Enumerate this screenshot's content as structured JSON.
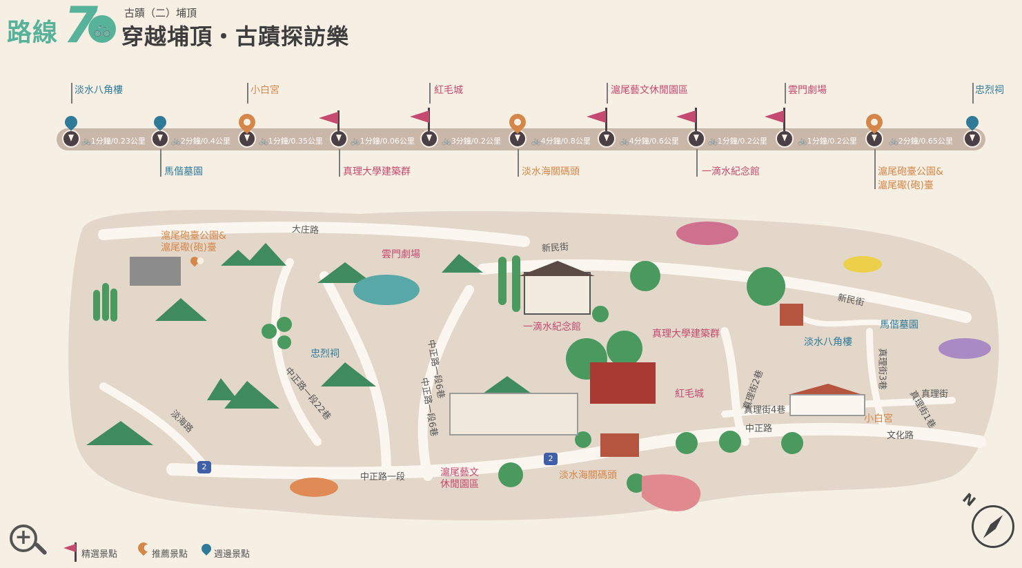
{
  "header": {
    "route_label": "路線",
    "route_number": "7",
    "subtitle": "古蹟（二）埔頂",
    "title": "穿越埔頂・古蹟探訪樂"
  },
  "colors": {
    "accent_green": "#56b39a",
    "featured_pink": "#c44a70",
    "recommended_orange": "#d5874a",
    "nearby_blue": "#2f7a98",
    "timeline_bar": "#c9b7aa"
  },
  "timeline": {
    "stops": [
      {
        "name": "淡水八角樓",
        "type": "nearby",
        "position": "top"
      },
      {
        "name": "馬偕墓園",
        "type": "nearby",
        "position": "bottom"
      },
      {
        "name": "小白宮",
        "type": "recommended",
        "position": "top"
      },
      {
        "name": "真理大學建築群",
        "type": "featured",
        "position": "bottom"
      },
      {
        "name": "紅毛城",
        "type": "featured",
        "position": "top"
      },
      {
        "name": "淡水海關碼頭",
        "type": "recommended",
        "position": "bottom"
      },
      {
        "name": "滬尾藝文休閒園區",
        "type": "featured",
        "position": "top"
      },
      {
        "name": "一滴水紀念館",
        "type": "featured",
        "position": "bottom"
      },
      {
        "name": "雲門劇場",
        "type": "featured",
        "position": "top"
      },
      {
        "name": "滬尾砲臺公園&",
        "name2": "滬尾礮(砲)臺",
        "type": "recommended",
        "position": "bottom"
      },
      {
        "name": "忠烈祠",
        "type": "nearby",
        "position": "top"
      }
    ],
    "segments": [
      "1分鐘/0.23公里",
      "2分鐘/0.4公里",
      "1分鐘/0.35公里",
      "1分鐘/0.06公里",
      "3分鐘/0.2公里",
      "4分鐘/0.8公里",
      "4分鐘/0.6公里",
      "1分鐘/0.2公里",
      "1分鐘/0.2公里",
      "2分鐘/0.65公里"
    ]
  },
  "map": {
    "roads": [
      "大庄路",
      "新民街",
      "新民街",
      "中正路一段22巷",
      "淡海路",
      "中正路一段6巷",
      "中正路一段6巷",
      "中正路一段",
      "中正路",
      "文化路",
      "真理街",
      "真理街3巷",
      "真理街4巷",
      "真理街2巷",
      "真理街1巷"
    ],
    "places": {
      "fort_park": "滬尾砲臺公園&",
      "fort": "滬尾礮(砲)臺",
      "cloud_gate": "雲門劇場",
      "martyrs_shrine": "忠烈祠",
      "yidishui": "一滴水紀念館",
      "aletheia": "真理大學建築群",
      "mackay_cemetery": "馬偕墓園",
      "octagon_tower": "淡水八角樓",
      "red_fort": "紅毛城",
      "white_house": "小白宮",
      "art_park_1": "滬尾藝文",
      "art_park_2": "休閒園區",
      "customs_wharf": "淡水海關碼頭"
    },
    "route_shields": [
      "2",
      "2"
    ]
  },
  "legend": {
    "featured": "精選景點",
    "recommended": "推薦景點",
    "nearby": "週邊景點",
    "compass_n": "N"
  }
}
